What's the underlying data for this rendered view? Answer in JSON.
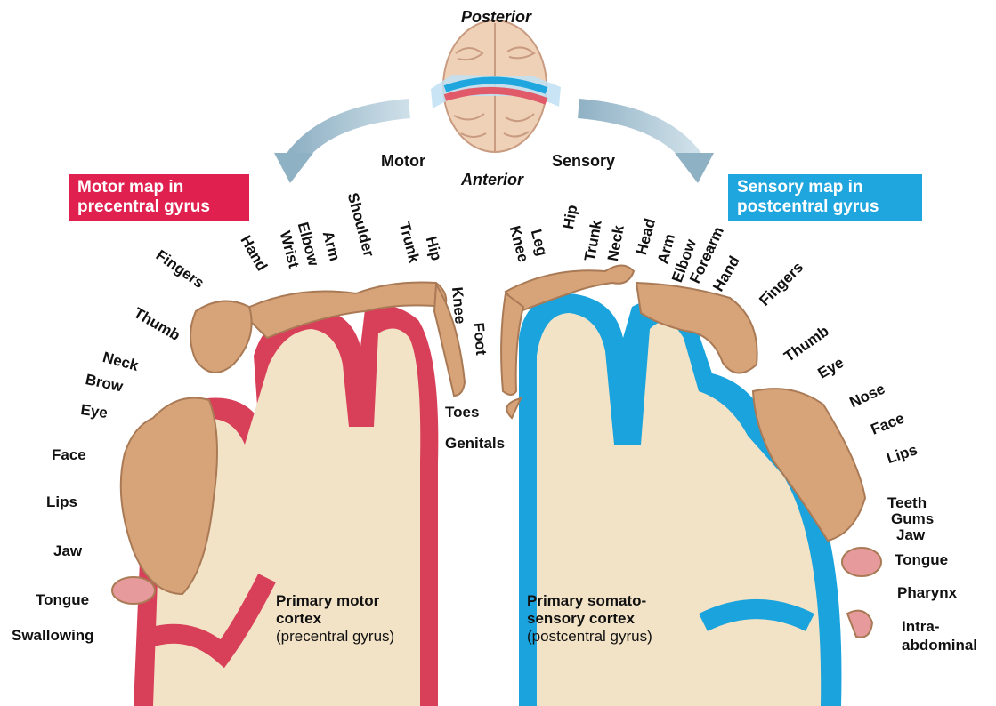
{
  "top": {
    "posterior": "Posterior",
    "anterior": "Anterior",
    "motor": "Motor",
    "sensory": "Sensory"
  },
  "motor_box": {
    "line1": "Motor map in",
    "line2": "precentral gyrus",
    "color": "#e0204f"
  },
  "sensory_box": {
    "line1": "Sensory map in",
    "line2": "postcentral gyrus",
    "color": "#1fa6df"
  },
  "motor_labels": {
    "fingers": "Fingers",
    "hand": "Hand",
    "wrist": "Wrist",
    "elbow": "Elbow",
    "arm": "Arm",
    "shoulder": "Shoulder",
    "trunk": "Trunk",
    "hip": "Hip",
    "knee": "Knee",
    "foot": "Foot",
    "toes": "Toes",
    "thumb": "Thumb",
    "neck": "Neck",
    "brow": "Brow",
    "eye": "Eye",
    "face": "Face",
    "lips": "Lips",
    "jaw": "Jaw",
    "tongue": "Tongue",
    "swallowing": "Swallowing"
  },
  "sensory_labels": {
    "genitals": "Genitals",
    "knee": "Knee",
    "leg": "Leg",
    "hip": "Hip",
    "trunk": "Trunk",
    "neck": "Neck",
    "head": "Head",
    "arm": "Arm",
    "elbow": "Elbow",
    "forearm": "Forearm",
    "hand": "Hand",
    "fingers": "Fingers",
    "thumb": "Thumb",
    "eye": "Eye",
    "nose": "Nose",
    "face": "Face",
    "lips": "Lips",
    "teeth": "Teeth",
    "gums": "Gums",
    "jaw": "Jaw",
    "tongue": "Tongue",
    "pharynx": "Pharynx",
    "intra_line1": "Intra-",
    "intra_line2": "abdominal"
  },
  "captions": {
    "motor_line1": "Primary motor",
    "motor_line2": "cortex",
    "motor_line3": "(precentral gyrus)",
    "sensory_line1": "Primary somato-",
    "sensory_line2": "sensory cortex",
    "sensory_line3": "(postcentral gyrus)"
  },
  "colors": {
    "motor_cortex": "#d8405a",
    "sensory_cortex": "#1aa3dc",
    "white_matter": "#f3e3c6",
    "skin": "#d7a47a",
    "arrow": "#a9c4d3"
  }
}
